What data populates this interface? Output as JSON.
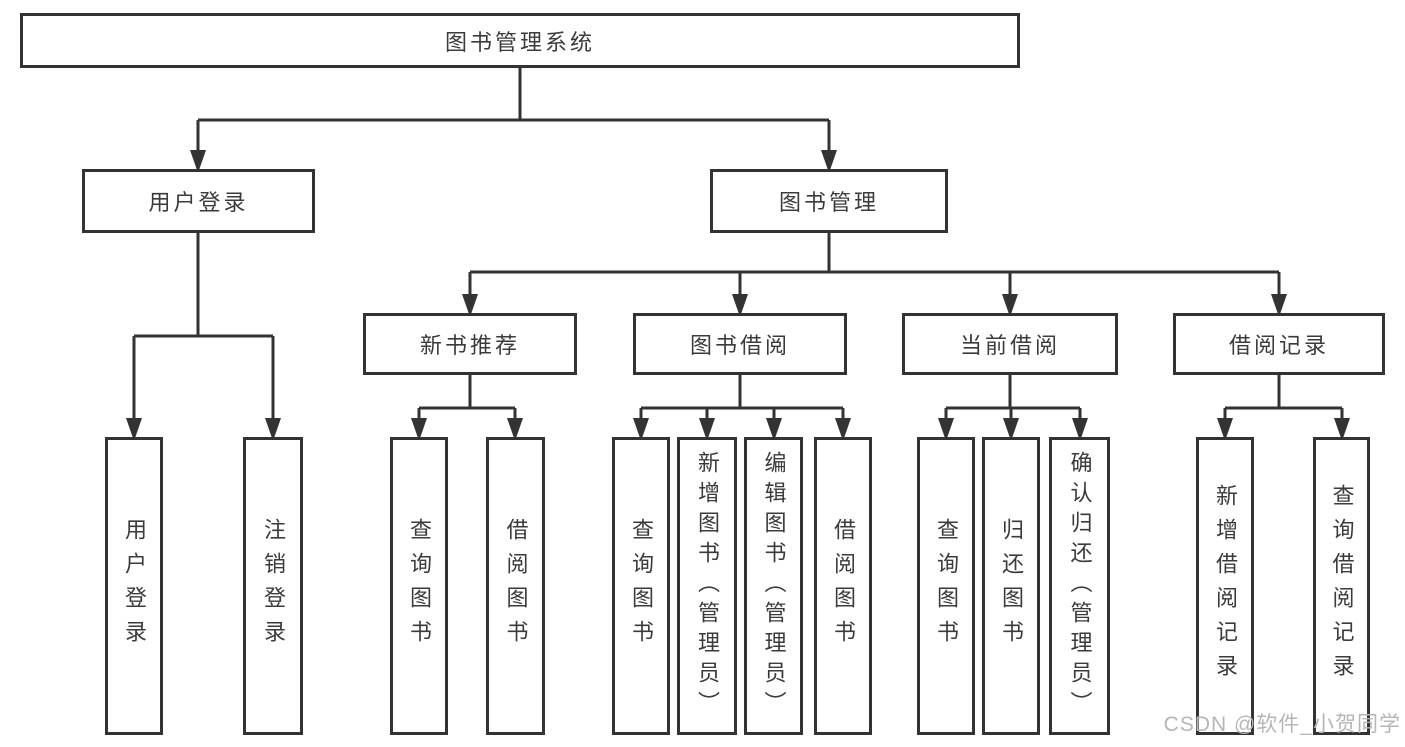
{
  "diagram": {
    "root": {
      "label": "图书管理系统",
      "children": [
        {
          "label": "用户登录",
          "children": [
            {
              "label": "用户登录"
            },
            {
              "label": "注销登录"
            }
          ]
        },
        {
          "label": "图书管理",
          "children": [
            {
              "label": "新书推荐",
              "children": [
                {
                  "label": "查询图书"
                },
                {
                  "label": "借阅图书"
                }
              ]
            },
            {
              "label": "图书借阅",
              "children": [
                {
                  "label": "查询图书"
                },
                {
                  "label": "新增图书（管理员）"
                },
                {
                  "label": "编辑图书（管理员）"
                },
                {
                  "label": "借阅图书"
                }
              ]
            },
            {
              "label": "当前借阅",
              "children": [
                {
                  "label": "查询图书"
                },
                {
                  "label": "归还图书"
                },
                {
                  "label": "确认归还（管理员）"
                }
              ]
            },
            {
              "label": "借阅记录",
              "children": [
                {
                  "label": "新增借阅记录"
                },
                {
                  "label": "查询借阅记录"
                }
              ]
            }
          ]
        }
      ]
    }
  },
  "watermark": {
    "text": "CSDN @软件_小贺同学"
  },
  "colors": {
    "line": "#333333",
    "border": "#333333",
    "text": "#3b3b3b",
    "watermark": "#b6b6b6",
    "background": "#ffffff"
  }
}
